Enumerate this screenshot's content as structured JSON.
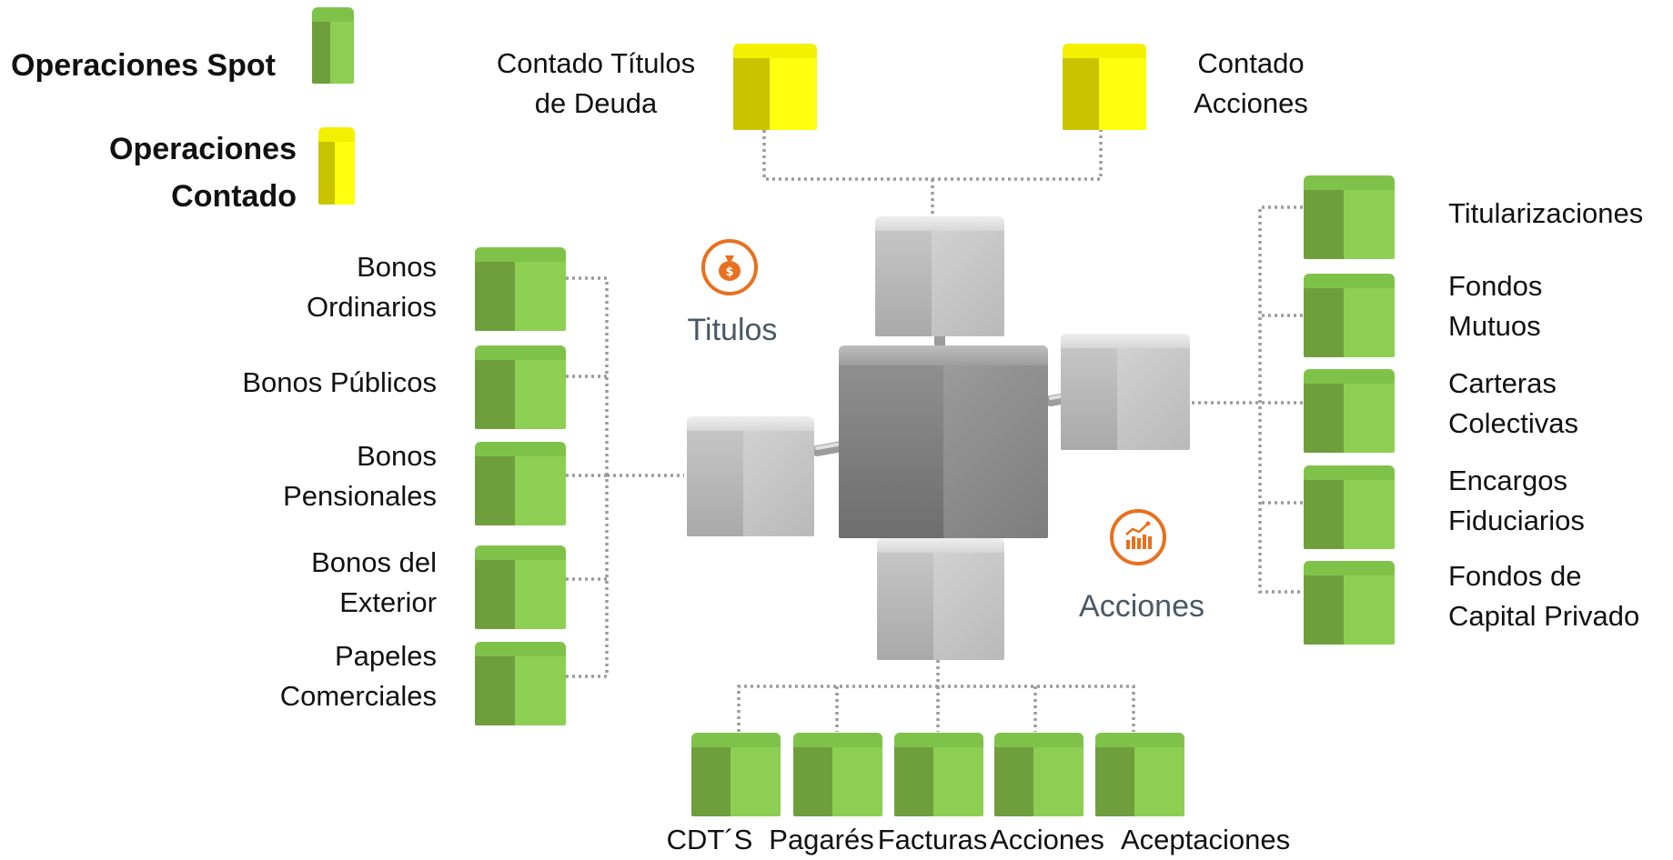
{
  "legend": {
    "spot": "Operaciones Spot",
    "contado_line1": "Operaciones",
    "contado_line2": "Contado",
    "spot_color": "#8ccf52",
    "contado_color": "#ffff10"
  },
  "top": {
    "titulos_deuda_line1": "Contado Títulos",
    "titulos_deuda_line2": "de Deuda",
    "acciones_line1": "Contado",
    "acciones_line2": "Acciones"
  },
  "categories": {
    "titulos": "Titulos",
    "acciones": "Acciones",
    "accent_color": "#e8701e"
  },
  "left_items": [
    [
      "Bonos",
      "Ordinarios"
    ],
    [
      "Bonos Públicos"
    ],
    [
      "Bonos",
      "Pensionales"
    ],
    [
      "Bonos del",
      "Exterior"
    ],
    [
      "Papeles",
      "Comerciales"
    ]
  ],
  "right_items": [
    [
      "Titularizaciones"
    ],
    [
      "Fondos",
      "Mutuos"
    ],
    [
      "Carteras",
      "Colectivas"
    ],
    [
      "Encargos",
      "Fiduciarios"
    ],
    [
      "Fondos de",
      "Capital Privado"
    ]
  ],
  "bottom_items": [
    "CDT´S",
    "Pagarés",
    "Facturas",
    "Acciones",
    "Aceptaciones"
  ],
  "icons": {
    "titulos": "money-bag-icon",
    "acciones": "bar-chart-growth-icon"
  }
}
